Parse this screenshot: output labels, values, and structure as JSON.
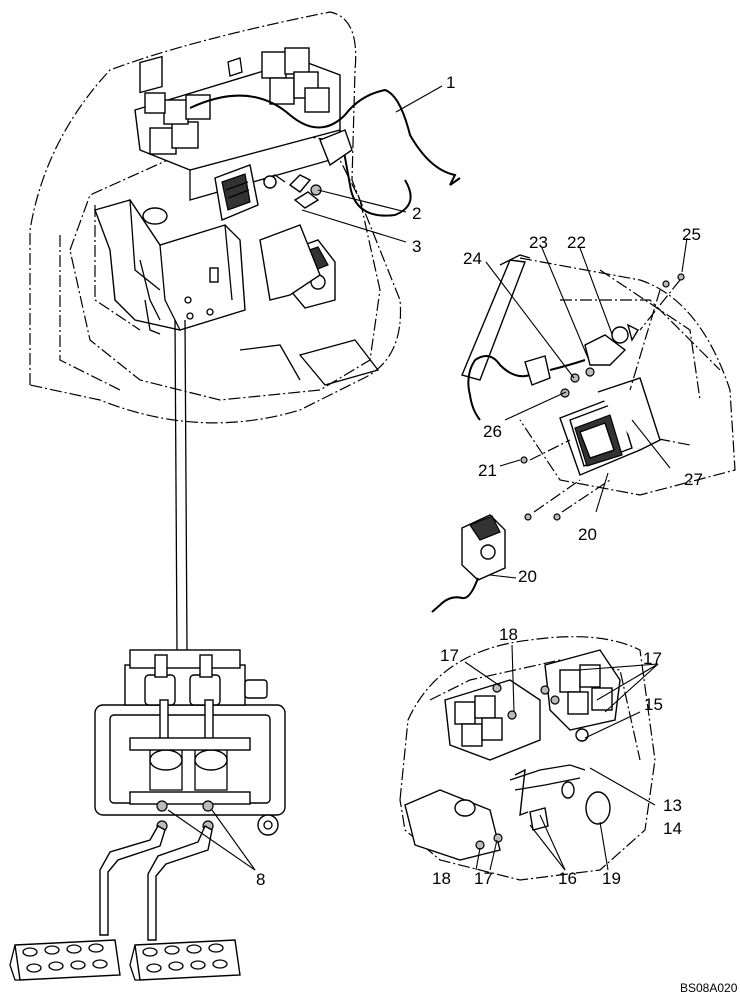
{
  "drawing_code": "BS08A020",
  "callouts": [
    {
      "id": "c1",
      "text": "1"
    },
    {
      "id": "c2",
      "text": "2"
    },
    {
      "id": "c3",
      "text": "3"
    },
    {
      "id": "c8",
      "text": "8"
    },
    {
      "id": "c13",
      "text": "13"
    },
    {
      "id": "c14",
      "text": "14"
    },
    {
      "id": "c15",
      "text": "15"
    },
    {
      "id": "c16",
      "text": "16"
    },
    {
      "id": "c17a",
      "text": "17"
    },
    {
      "id": "c17b",
      "text": "17"
    },
    {
      "id": "c17c",
      "text": "17"
    },
    {
      "id": "c18a",
      "text": "18"
    },
    {
      "id": "c18b",
      "text": "18"
    },
    {
      "id": "c19",
      "text": "19"
    },
    {
      "id": "c20a",
      "text": "20"
    },
    {
      "id": "c20b",
      "text": "20"
    },
    {
      "id": "c21",
      "text": "21"
    },
    {
      "id": "c22",
      "text": "22"
    },
    {
      "id": "c23",
      "text": "23"
    },
    {
      "id": "c24",
      "text": "24"
    },
    {
      "id": "c25",
      "text": "25"
    },
    {
      "id": "c26",
      "text": "26"
    },
    {
      "id": "c27",
      "text": "27"
    }
  ]
}
